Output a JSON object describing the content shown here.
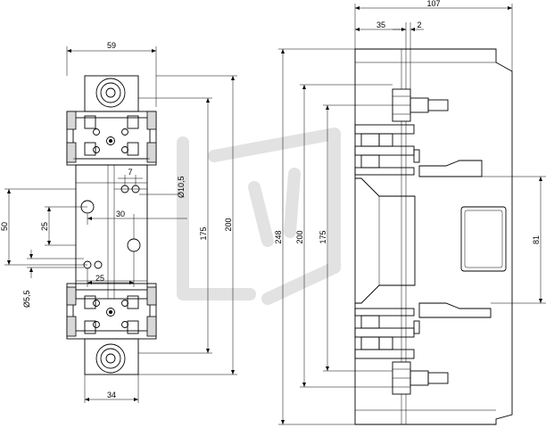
{
  "front_view": {
    "width_top": "59",
    "width_bottom": "34",
    "slot_width": "7",
    "hole_diameter": "Ø10,5",
    "hole_offset": "30",
    "height_outer": "200",
    "height_inner": "175",
    "mount_spacing": "50",
    "mount_offset": "25",
    "mount_hole_spacing": "25",
    "mount_hole_diameter": "Ø5,5"
  },
  "side_view": {
    "depth_total": "107",
    "depth_front": "35",
    "depth_plate": "2",
    "height_total": "248",
    "height_outer": "200",
    "height_inner": "175",
    "window_height": "81"
  },
  "watermark": "watermark-icon"
}
